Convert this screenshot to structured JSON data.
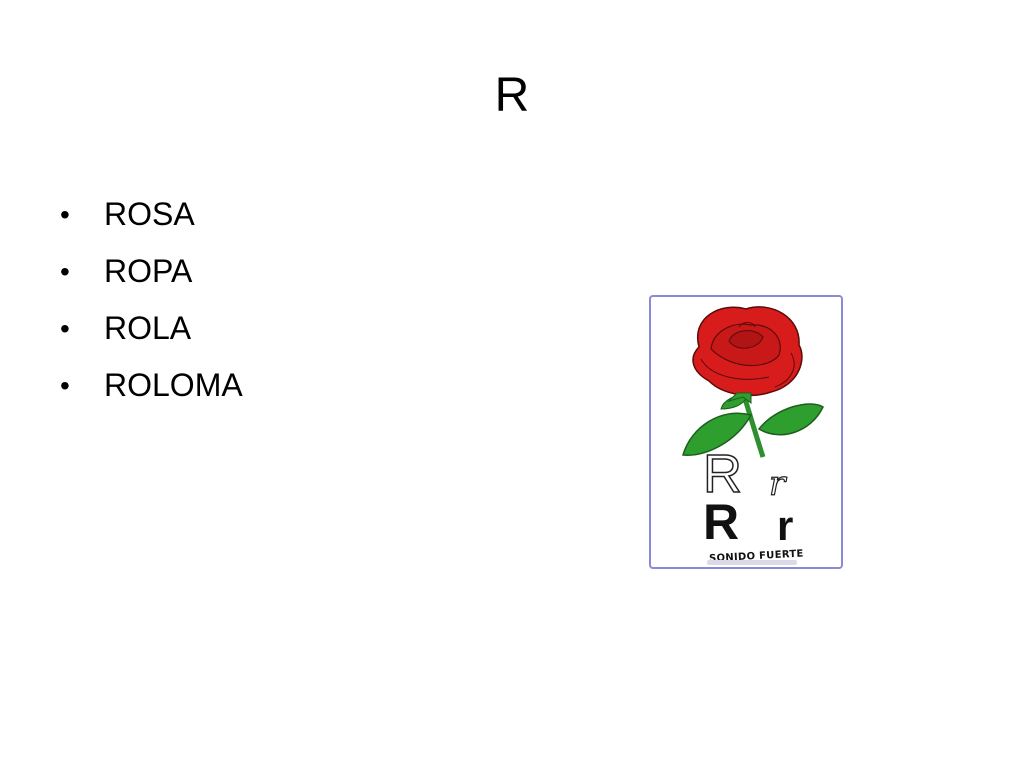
{
  "slide": {
    "title": "R",
    "bullets": [
      {
        "label": "ROSA"
      },
      {
        "label": "ROPA"
      },
      {
        "label": "ROLA"
      },
      {
        "label": "ROLOMA"
      }
    ]
  },
  "image_card": {
    "letter_upper_outline": "R",
    "letter_lower_cursive": "r",
    "letter_upper_bold": "R",
    "letter_lower_bold": "r",
    "caption": "SONIDO FUERTE",
    "colors": {
      "border": "#8a8ad8",
      "petal": "#d81c1c",
      "leaf": "#2e9e2e"
    },
    "icon": "rose-icon"
  }
}
